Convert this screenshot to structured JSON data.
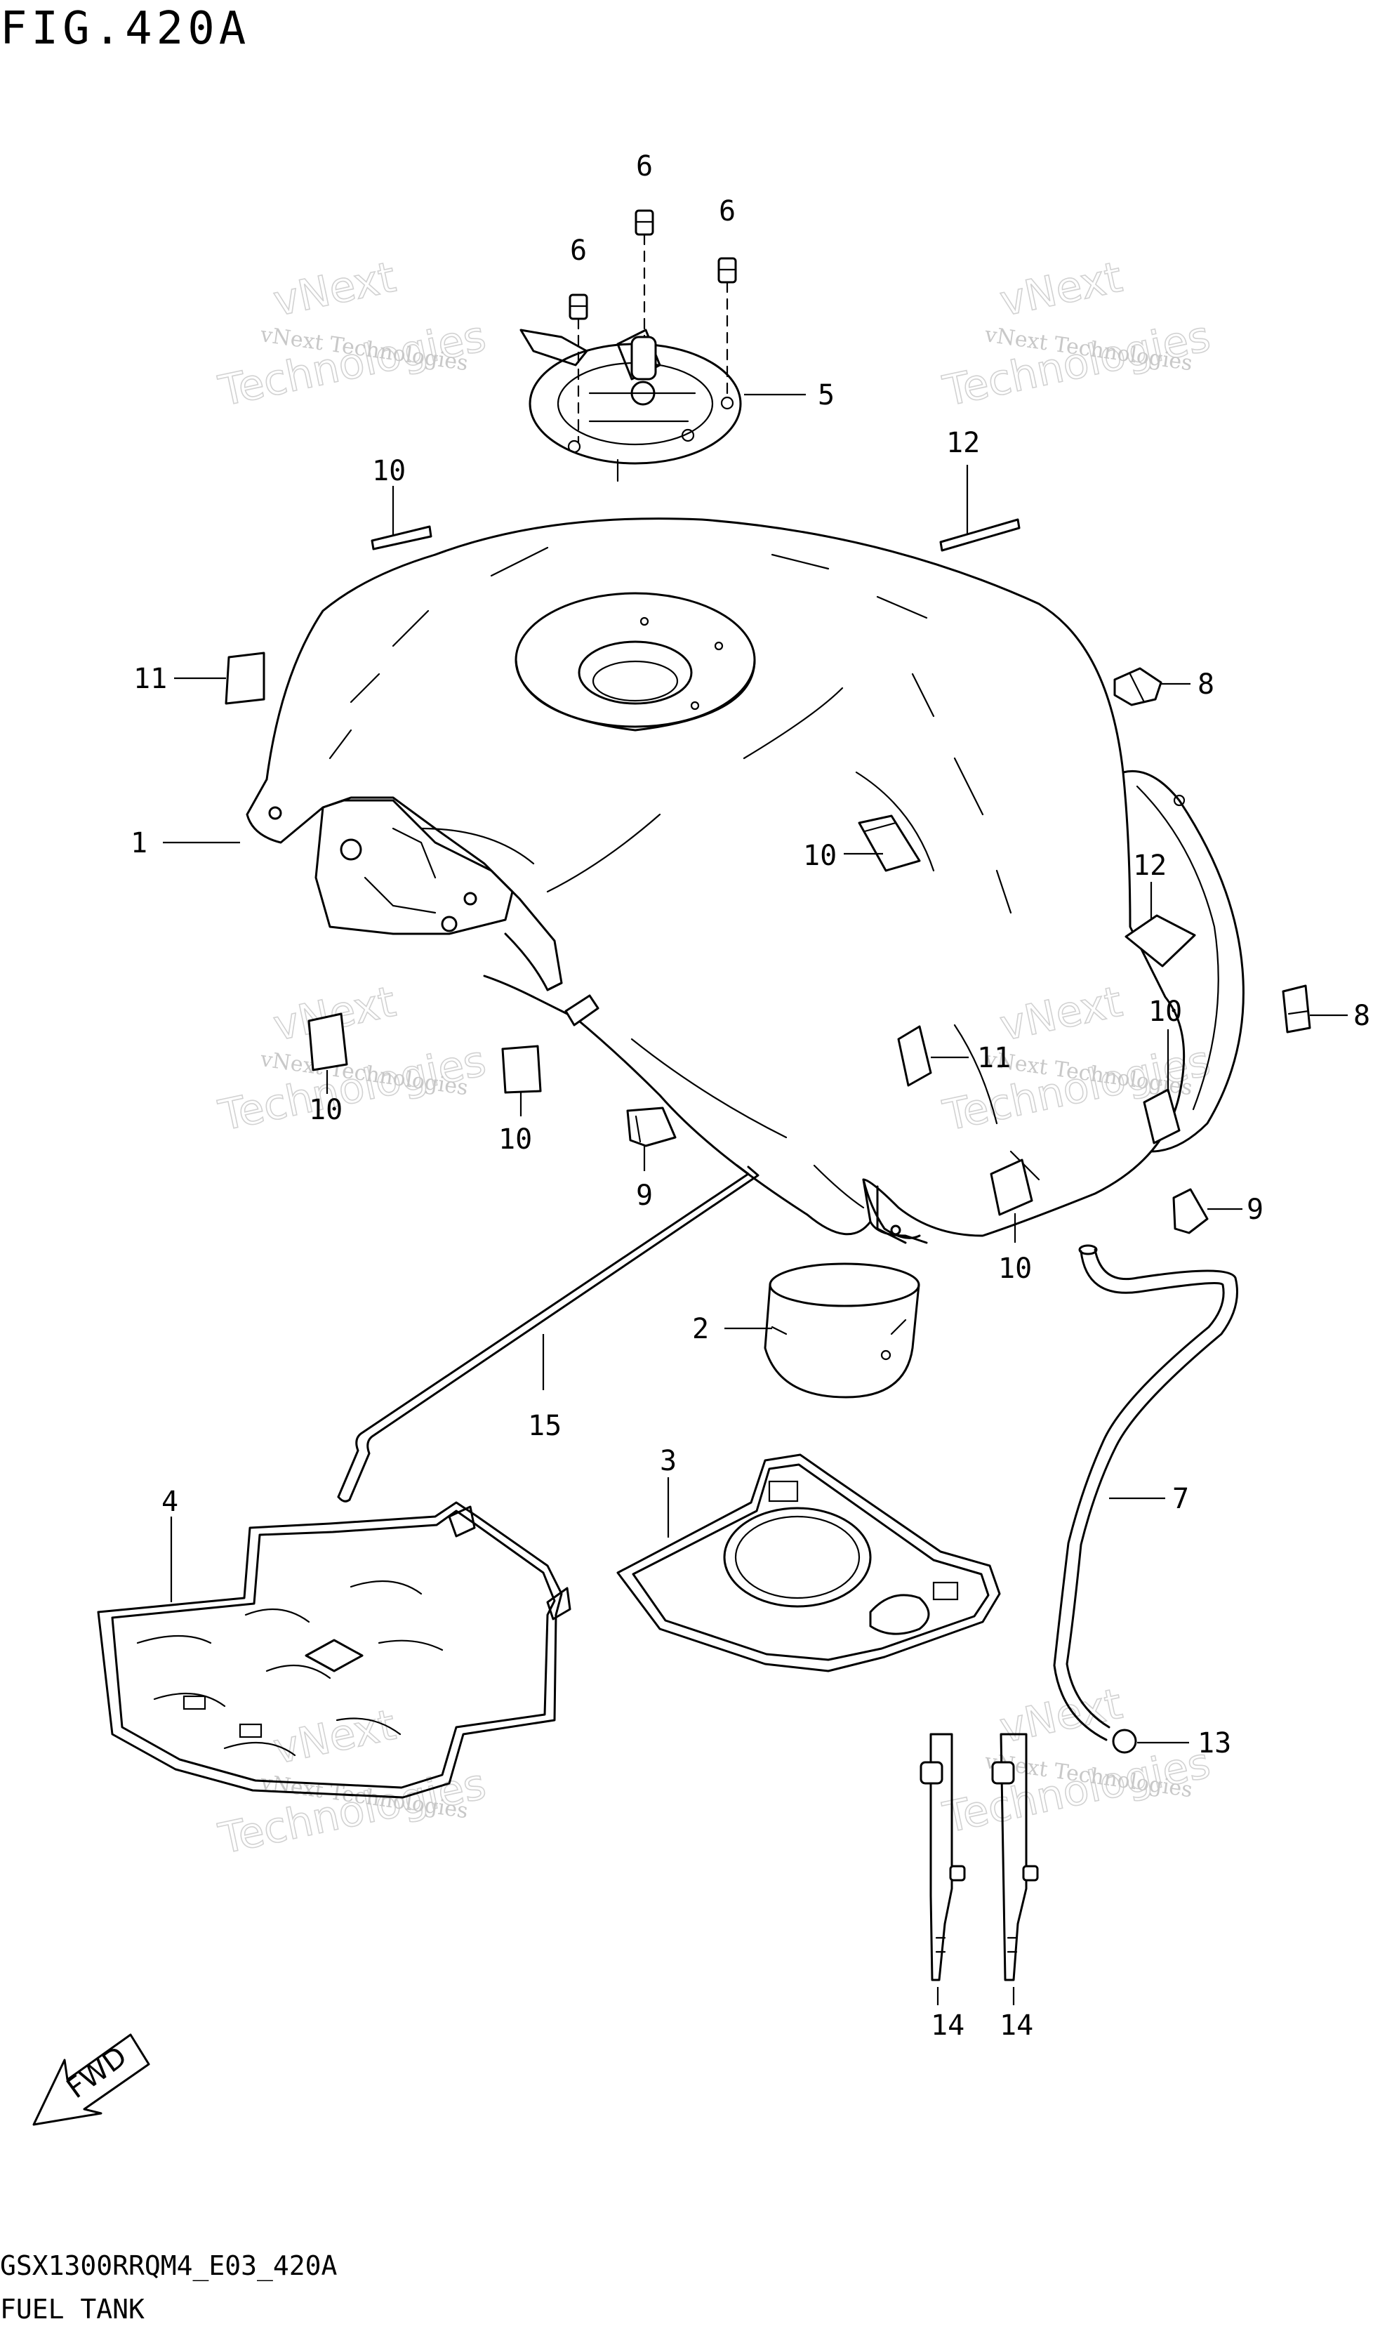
{
  "title": "FIG.420A",
  "footer": {
    "model_code": "GSX1300RRQM4_E03_420A",
    "section_name": "FUEL TANK"
  },
  "fwd_label": "FWD",
  "watermark": {
    "line1": "vNext Technologies",
    "line2": "Technologies",
    "line3": "vNext"
  },
  "callouts": {
    "c6a": "6",
    "c6b": "6",
    "c6c": "6",
    "c5": "5",
    "c10a": "10",
    "c12a": "12",
    "c11a": "11",
    "c8a": "8",
    "c1": "1",
    "c10b": "10",
    "c12b": "12",
    "c8b": "8",
    "c10c": "10",
    "c11b": "11",
    "c10d": "10",
    "c10e": "10",
    "c10f": "10",
    "c9a": "9",
    "c9b": "9",
    "c2": "2",
    "c15": "15",
    "c3": "3",
    "c4": "4",
    "c7": "7",
    "c13": "13",
    "c14a": "14",
    "c14b": "14"
  }
}
